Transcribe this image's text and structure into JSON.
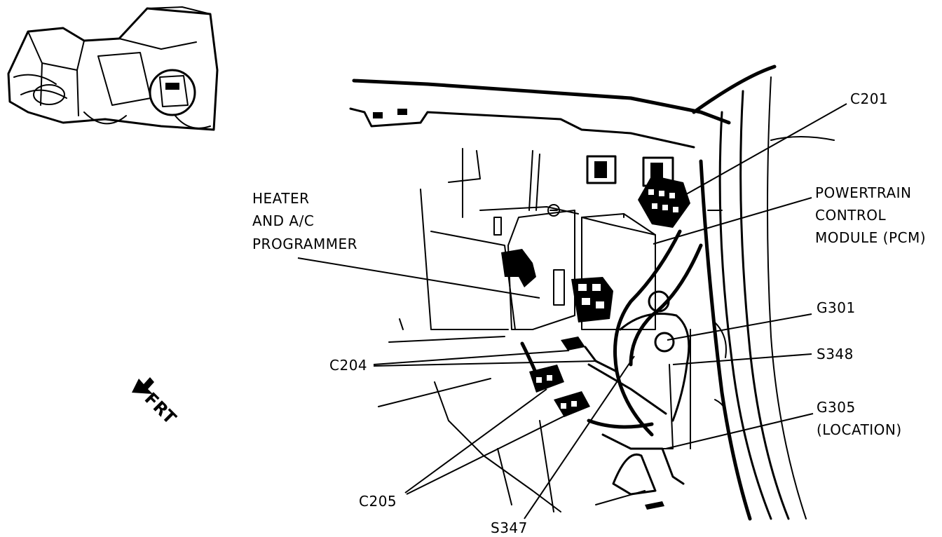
{
  "diagram": {
    "labels": {
      "c201": "C201",
      "pcm_line1": "POWERTRAIN",
      "pcm_line2": "CONTROL",
      "pcm_line3": "MODULE (PCM)",
      "heater_line1": "HEATER",
      "heater_line2": "AND A/C",
      "heater_line3": "PROGRAMMER",
      "g301": "G301",
      "s348": "S348",
      "c204": "C204",
      "g305_line1": "G305",
      "g305_line2": "(LOCATION)",
      "c205": "C205",
      "s347": "S347",
      "direction": "FRT"
    },
    "icons": {
      "vehicle_locator": "vehicle-locator-icon",
      "direction_arrow": "front-arrow-icon"
    }
  }
}
